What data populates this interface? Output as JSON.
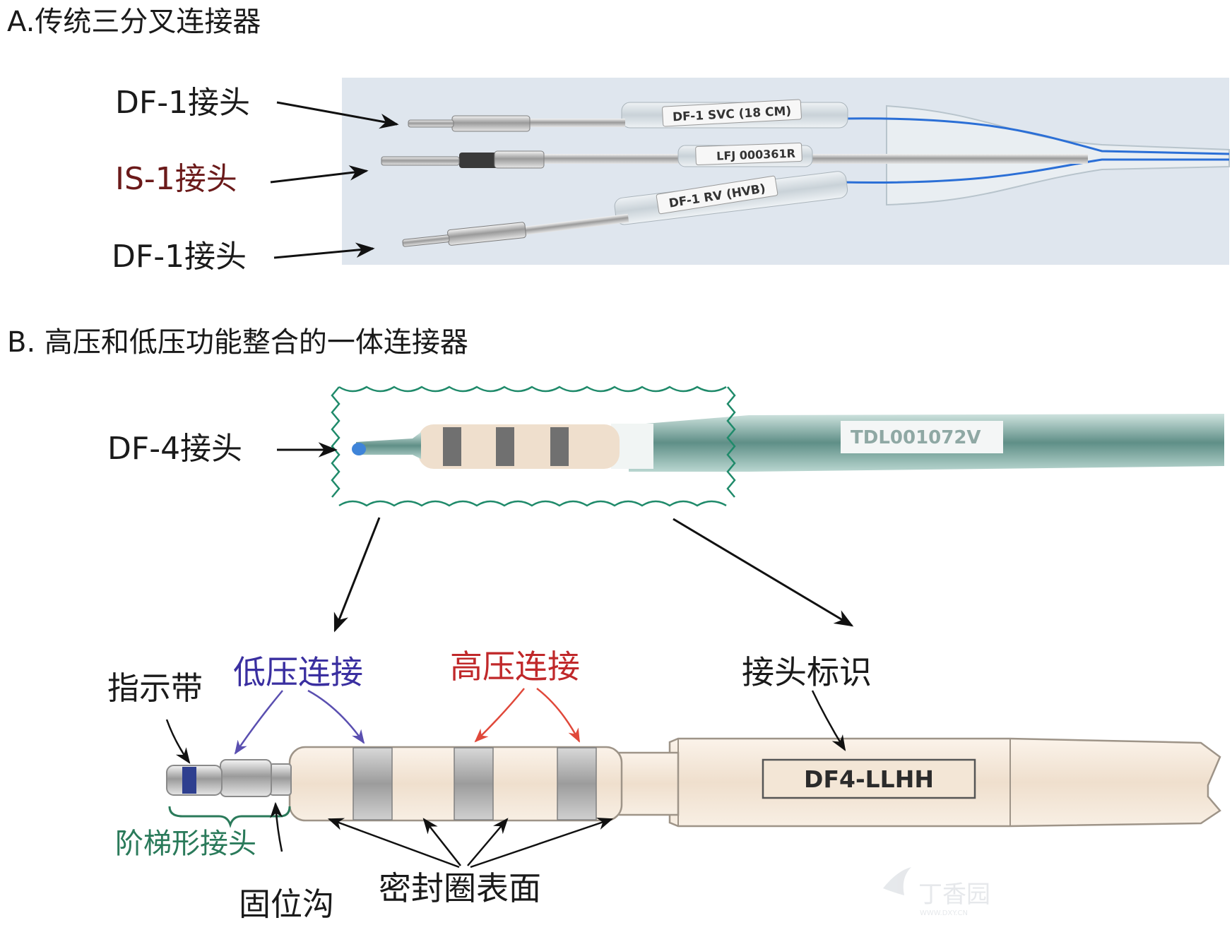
{
  "section_a": {
    "title": "A.传统三分叉连接器",
    "labels": {
      "df1_top": "DF-1接头",
      "is1": "IS-1接头",
      "df1_bottom": "DF-1接头"
    },
    "lead_tags": {
      "svc": "DF-1 SVC (18 CM)",
      "serial": "LFJ 000361R",
      "rv": "DF-1 RV (HVB)"
    }
  },
  "section_b": {
    "title": "B. 高压和低压功能整合的一体连接器",
    "df4_label": "DF-4接头",
    "lead_serial": "TDL001072V",
    "callouts": {
      "indicator_band": "指示带",
      "low_voltage": "低压连接",
      "high_voltage": "高压连接",
      "connector_id": "接头标识",
      "stepped_pin": "阶梯形接头",
      "lock_groove": "固位沟",
      "seal_surface": "密封圈表面"
    },
    "connector_id_text": "DF4-LLHH"
  },
  "watermark": {
    "text": "丁香园",
    "sub": "WWW.DXY.CN"
  },
  "colors": {
    "is1_label": "#6b1a1a",
    "low_voltage": "#3a2fa0",
    "high_voltage": "#c0282a",
    "stepped_pin": "#2a7a5a",
    "zoom_frame": "#1f8a6a",
    "photo_background": "#dfe6ee",
    "connector_body": "#f1e3d3",
    "seal_ring": "#a9a9a9",
    "blue_wire": "#2b6fd6"
  }
}
